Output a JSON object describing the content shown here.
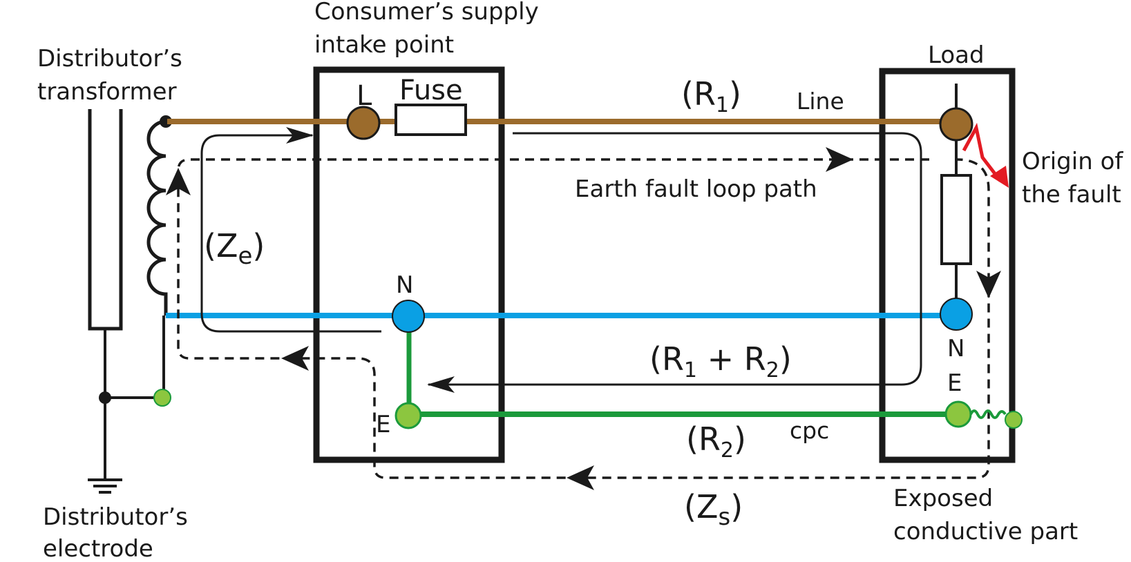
{
  "labels": {
    "distributor_transformer": [
      "Distributor’s",
      "transformer"
    ],
    "consumer_intake": [
      "Consumer’s supply",
      "intake point"
    ],
    "load": "Load",
    "fuse": "Fuse",
    "terminal_L": "L",
    "r1": "(R",
    "r1_sub": "1",
    "r1_close": ")",
    "line": "Line",
    "earth_fault_loop_path": "Earth fault loop path",
    "origin_of_fault": [
      "Origin of",
      "the fault"
    ],
    "ze": "(Z",
    "ze_sub": "e",
    "ze_close": ")",
    "terminal_N_intake": "N",
    "terminal_N_load": "N",
    "terminal_E_load": "E",
    "terminal_E_intake": "E",
    "r1_r2": [
      "(R",
      "1",
      " + R",
      "2",
      ")"
    ],
    "r2": "(R",
    "r2_sub": "2",
    "r2_close": ")",
    "cpc": "cpc",
    "zs": "(Z",
    "zs_sub": "s",
    "zs_close": ")",
    "distributor_electrode": [
      "Distributor’s",
      "electrode"
    ],
    "exposed_conductive_part": [
      "Exposed",
      "conductive part"
    ]
  },
  "colors": {
    "line_conductor": "#9b6b2c",
    "neutral_conductor": "#0aa0e4",
    "earth_conductor": "#1b9a3b",
    "earth_terminal_fill": "#8cc63f",
    "fault_arrow": "#e31b23",
    "outline": "#1a1a1a"
  }
}
